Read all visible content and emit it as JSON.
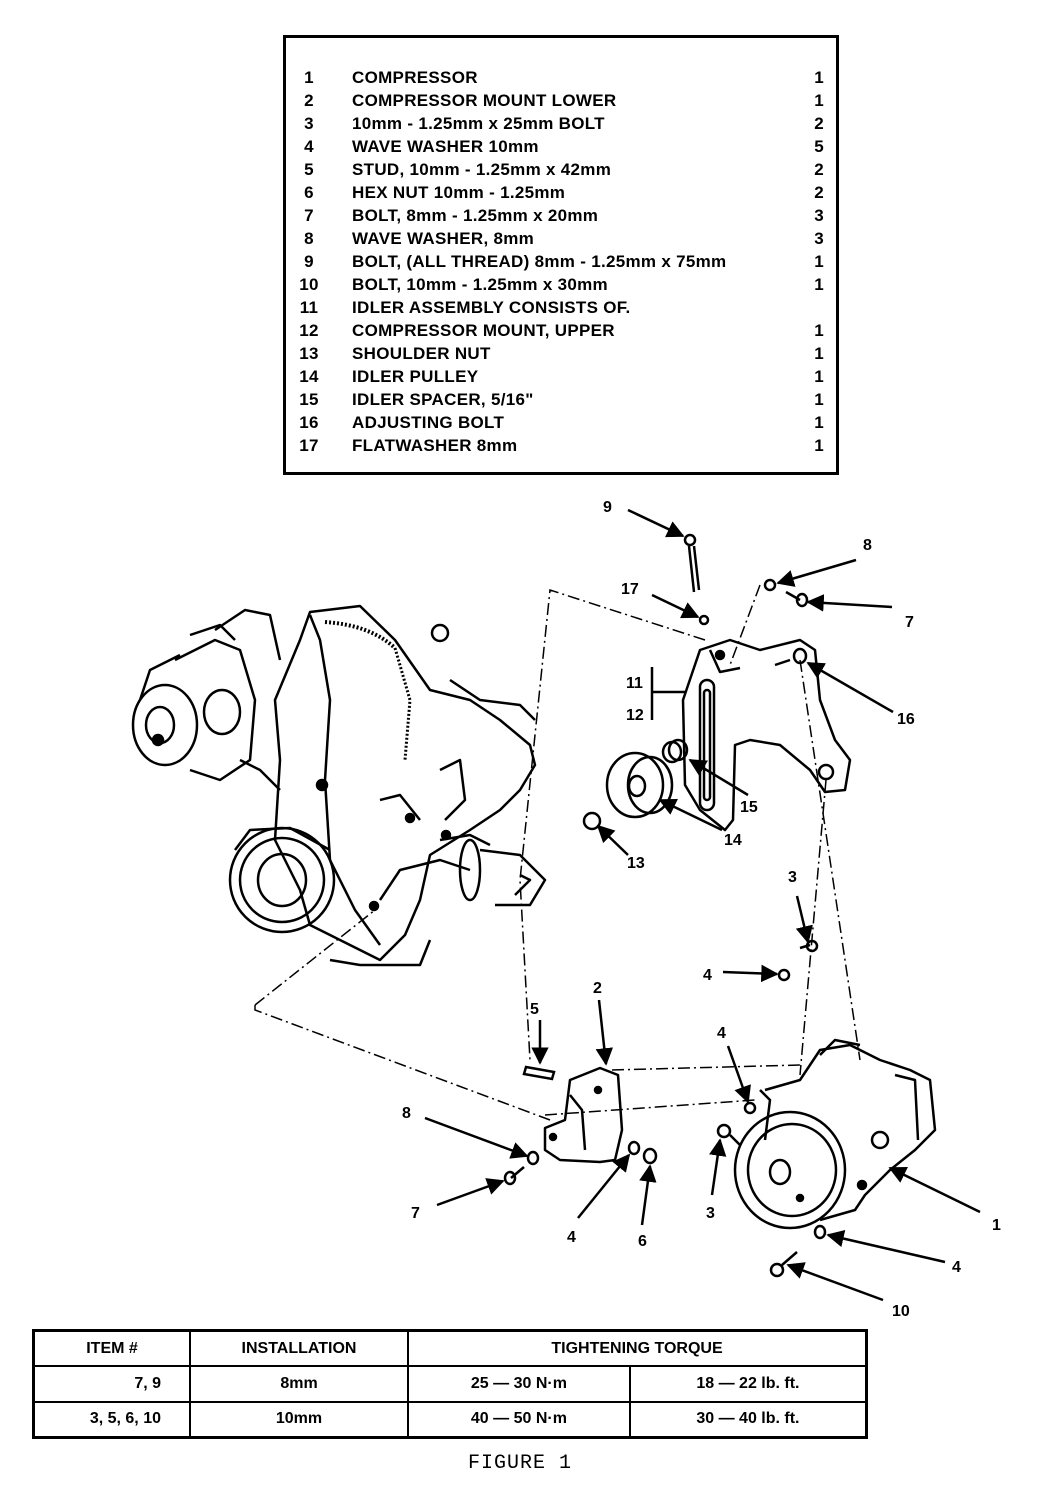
{
  "parts_list": [
    {
      "num": "1",
      "desc": "COMPRESSOR",
      "qty": "1"
    },
    {
      "num": "2",
      "desc": "COMPRESSOR MOUNT LOWER",
      "qty": "1"
    },
    {
      "num": "3",
      "desc": "10mm - 1.25mm x 25mm BOLT",
      "qty": "2"
    },
    {
      "num": "4",
      "desc": "WAVE WASHER 10mm",
      "qty": "5"
    },
    {
      "num": "5",
      "desc": "STUD, 10mm - 1.25mm x 42mm",
      "qty": "2"
    },
    {
      "num": "6",
      "desc": "HEX NUT 10mm - 1.25mm",
      "qty": "2"
    },
    {
      "num": "7",
      "desc": "BOLT, 8mm - 1.25mm x 20mm",
      "qty": "3"
    },
    {
      "num": "8",
      "desc": "WAVE WASHER, 8mm",
      "qty": "3"
    },
    {
      "num": "9",
      "desc": "BOLT, (ALL THREAD) 8mm - 1.25mm x 75mm",
      "qty": "1"
    },
    {
      "num": "10",
      "desc": "BOLT, 10mm - 1.25mm x 30mm",
      "qty": "1"
    },
    {
      "num": "11",
      "desc": "IDLER ASSEMBLY CONSISTS OF.",
      "qty": ""
    },
    {
      "num": "12",
      "desc": "COMPRESSOR MOUNT, UPPER",
      "qty": "1"
    },
    {
      "num": "13",
      "desc": "SHOULDER NUT",
      "qty": "1"
    },
    {
      "num": "14",
      "desc": "IDLER PULLEY",
      "qty": "1"
    },
    {
      "num": "15",
      "desc": "IDLER SPACER, 5/16\"",
      "qty": "1"
    },
    {
      "num": "16",
      "desc": "ADJUSTING BOLT",
      "qty": "1"
    },
    {
      "num": "17",
      "desc": "FLATWASHER 8mm",
      "qty": "1"
    }
  ],
  "callouts": {
    "c9": "9",
    "c8_top": "8",
    "c17": "17",
    "c7_top": "7",
    "c11": "11",
    "c12": "12",
    "c16": "16",
    "c15": "15",
    "c14": "14",
    "c13": "13",
    "c3_mid": "3",
    "c4_mid": "4",
    "c5": "5",
    "c2": "2",
    "c4_right": "4",
    "c8_left": "8",
    "c7_left": "7",
    "c4_low": "4",
    "c6": "6",
    "c3_low": "3",
    "c1": "1",
    "c4_far": "4",
    "c10": "10"
  },
  "torque_table": {
    "headers": {
      "item": "ITEM #",
      "installation": "INSTALLATION",
      "torque": "TIGHTENING TORQUE"
    },
    "rows": [
      {
        "item": "7, 9",
        "installation": "8mm",
        "metric": "25 — 30 N·m",
        "imperial": "18 — 22 lb. ft."
      },
      {
        "item": "3, 5, 6, 10",
        "installation": "10mm",
        "metric": "40 — 50 N·m",
        "imperial": "30 — 40 lb. ft."
      }
    ]
  },
  "caption": "FIGURE 1"
}
